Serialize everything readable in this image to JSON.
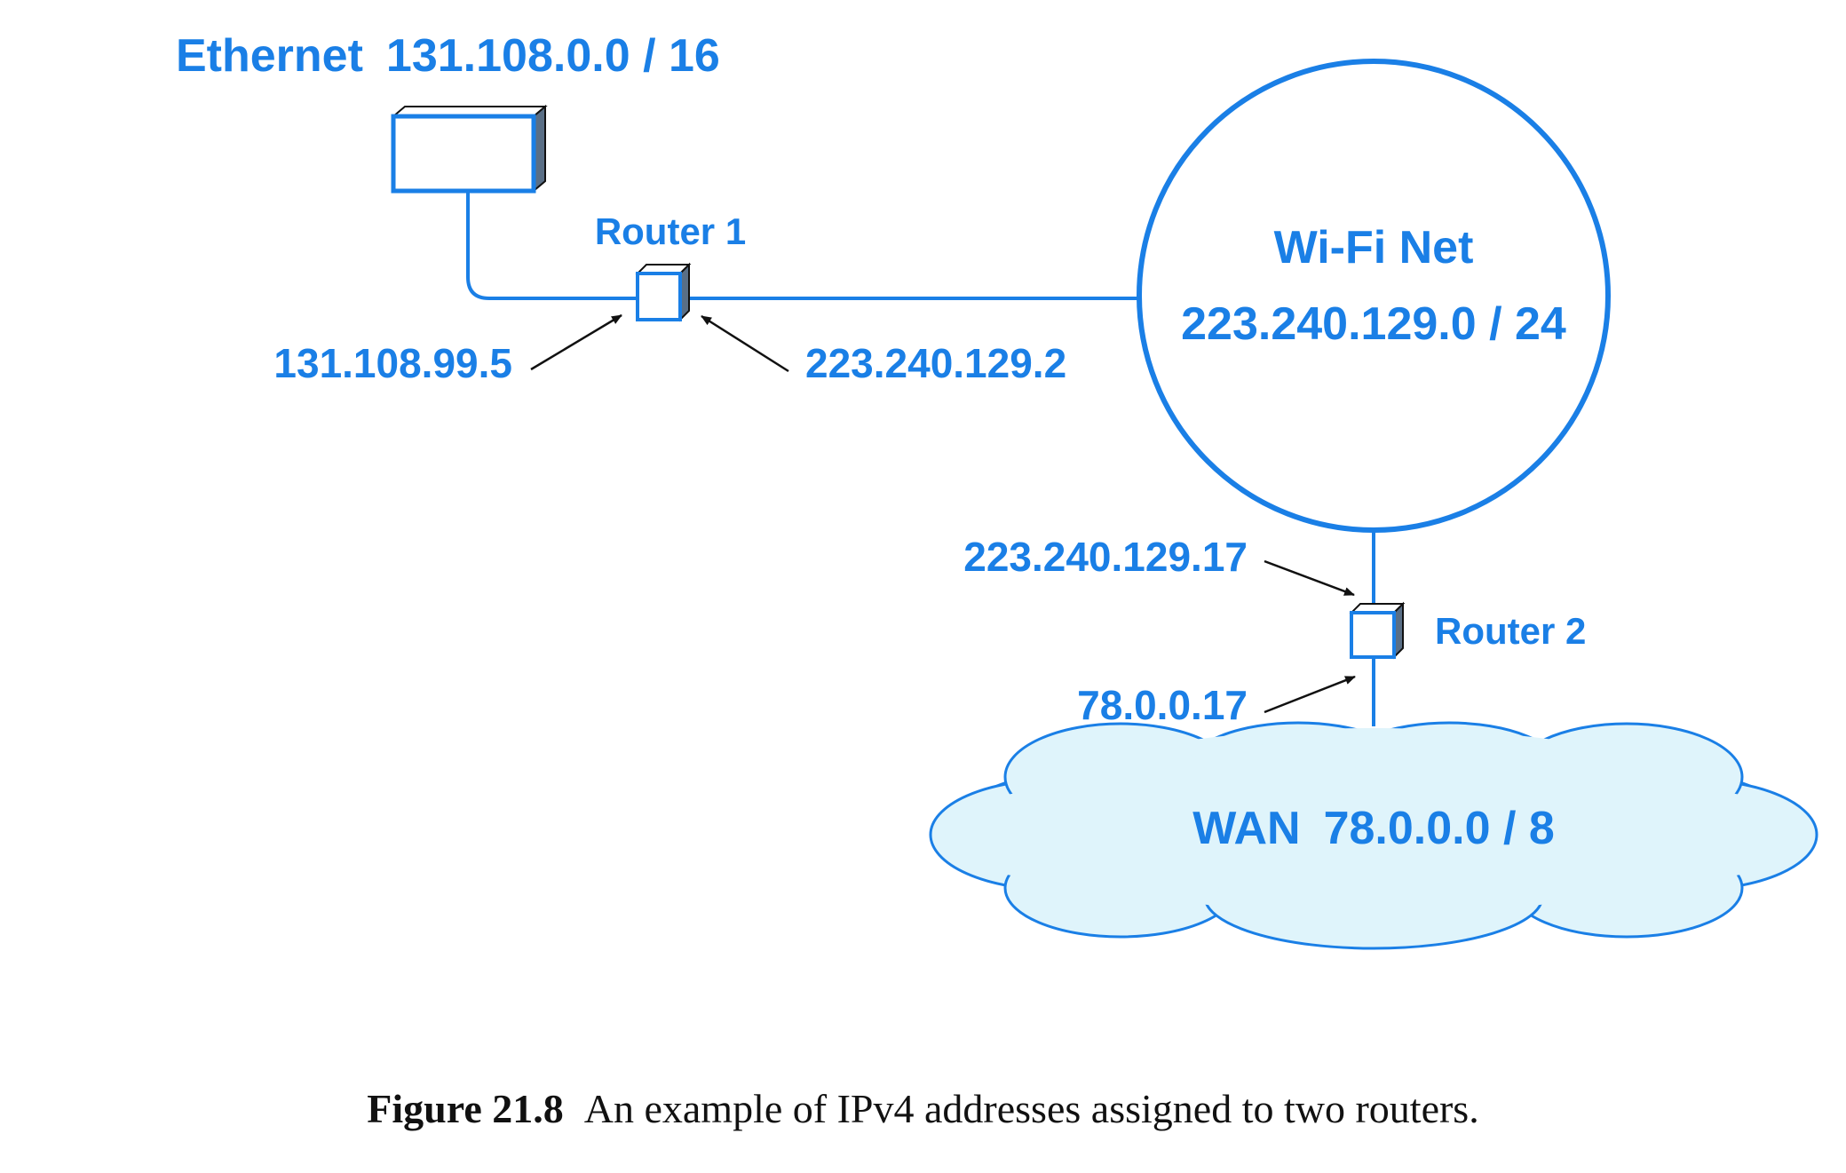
{
  "networks": {
    "ethernet": {
      "name": "Ethernet",
      "prefix": "131.108.0.0 / 16"
    },
    "wifi": {
      "name": "Wi-Fi Net",
      "prefix": "223.240.129.0 / 24"
    },
    "wan": {
      "name": "WAN",
      "prefix": "78.0.0.0 / 8"
    }
  },
  "routers": {
    "router1": {
      "label": "Router 1",
      "addr_ethernet": "131.108.99.5",
      "addr_wifi": "223.240.129.2"
    },
    "router2": {
      "label": "Router 2",
      "addr_wifi": "223.240.129.17",
      "addr_wan": "78.0.0.17"
    }
  },
  "caption": {
    "number": "Figure 21.8",
    "text": "An example of IPv4 addresses assigned to two routers."
  },
  "colors": {
    "accent": "#1a7fe6",
    "cloud_fill": "#dff4fb",
    "box_side": "#5a6f86",
    "arrow": "#111111"
  }
}
